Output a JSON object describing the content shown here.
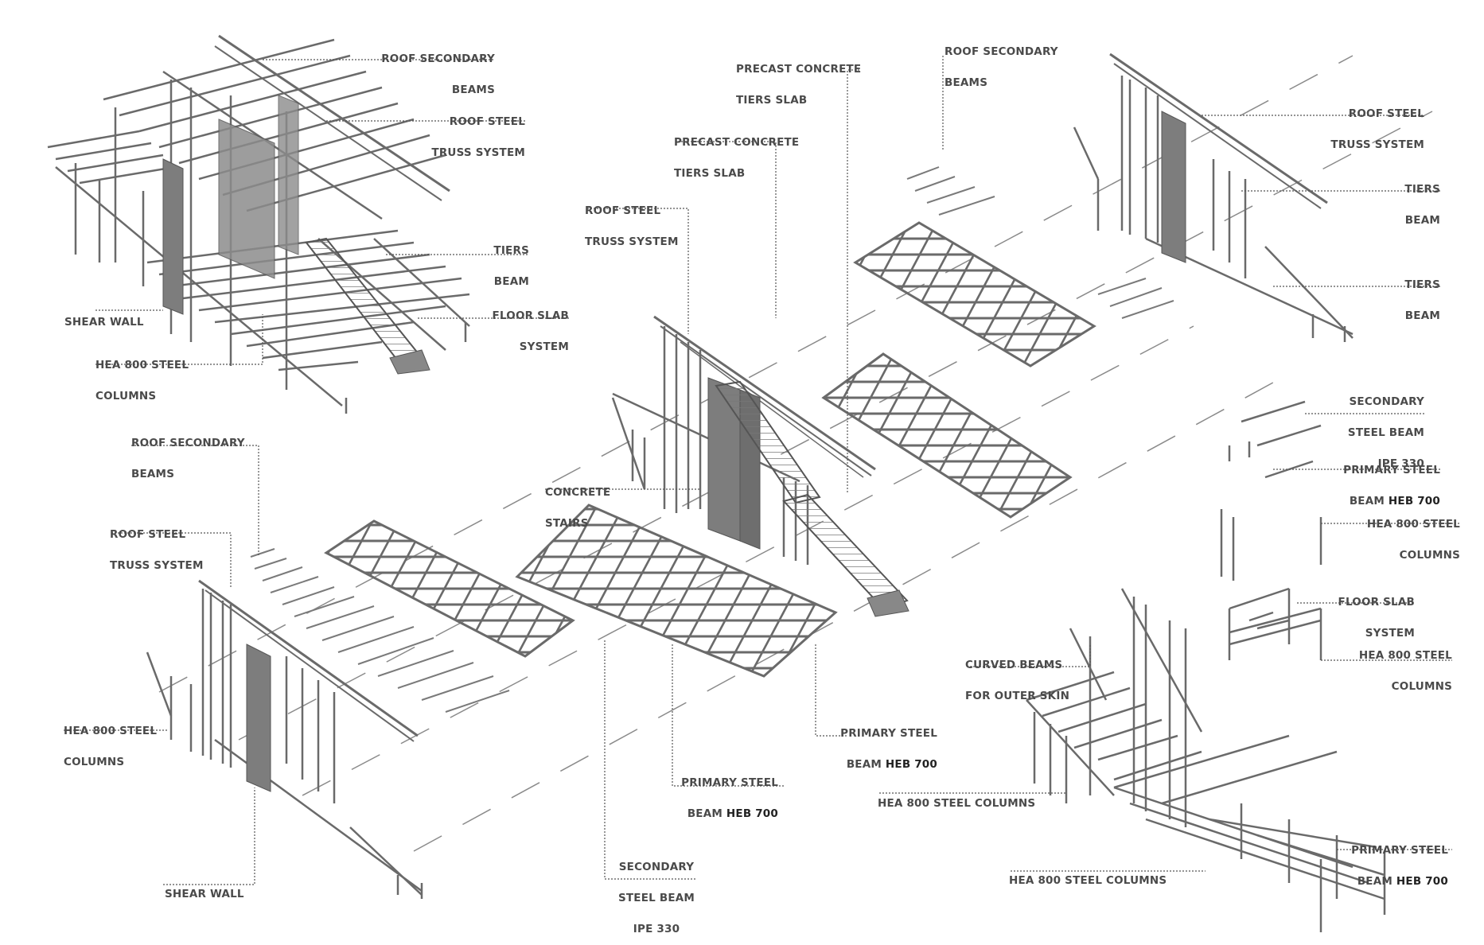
{
  "labels": {
    "tl_roof_secondary": [
      "ROOF SECONDARY",
      "BEAMS"
    ],
    "tl_roof_truss": [
      "ROOF STEEL",
      "TRUSS SYSTEM"
    ],
    "tl_tiers_beam": [
      "TIERS",
      "BEAM"
    ],
    "tl_floor_slab": [
      "FLOOR SLAB",
      "SYSTEM"
    ],
    "tl_shear_wall": [
      "SHEAR WALL"
    ],
    "tl_hea_columns": [
      "HEA 800 STEEL",
      "COLUMNS"
    ],
    "mid_precast_top": [
      "PRECAST CONCRETE",
      "TIERS SLAB"
    ],
    "mid_precast": [
      "PRECAST CONCRETE",
      "TIERS SLAB"
    ],
    "mid_roof_truss": [
      "ROOF STEEL",
      "TRUSS SYSTEM"
    ],
    "mid_concrete_stairs": [
      "CONCRETE",
      "STAIRS"
    ],
    "tr_roof_secondary": [
      "ROOF SECONDARY",
      "BEAMS"
    ],
    "tr_roof_truss": [
      "ROOF STEEL",
      "TRUSS SYSTEM"
    ],
    "tr_tiers_beam_1": [
      "TIERS",
      "BEAM"
    ],
    "tr_tiers_beam_2": [
      "TIERS",
      "BEAM"
    ],
    "r_secondary_beam": [
      "SECONDARY",
      "STEEL BEAM",
      "IPE 330"
    ],
    "r_primary_beam": {
      "line1": "PRIMARY STEEL",
      "line2a": "BEAM ",
      "line2b": "HEB 700"
    },
    "r_hea_columns_1": [
      "HEA 800 STEEL",
      "COLUMNS"
    ],
    "r_floor_slab": [
      "FLOOR SLAB",
      "SYSTEM"
    ],
    "r_hea_columns_2": [
      "HEA 800 STEEL",
      "COLUMNS"
    ],
    "bl_roof_secondary": [
      "ROOF SECONDARY",
      "BEAMS"
    ],
    "bl_roof_truss": [
      "ROOF STEEL",
      "TRUSS SYSTEM"
    ],
    "bl_hea_columns": [
      "HEA 800 STEEL",
      "COLUMNS"
    ],
    "bl_shear_wall": [
      "SHEAR WALL"
    ],
    "bm_primary_1": {
      "line1": "PRIMARY STEEL",
      "line2a": "BEAM ",
      "line2b": "HEB 700"
    },
    "bm_primary_2": {
      "line1": "PRIMARY STEEL",
      "line2a": "BEAM ",
      "line2b": "HEB 700"
    },
    "bm_secondary": [
      "SECONDARY",
      "STEEL BEAM",
      "IPE 330"
    ],
    "br_curved_beams": [
      "CURVED BEAMS",
      "FOR OUTER SKIN"
    ],
    "br_hea_columns_1": [
      "HEA 800 STEEL COLUMNS"
    ],
    "br_hea_columns_2": [
      "HEA 800 STEEL COLUMNS"
    ],
    "br_primary_beam": {
      "line1": "PRIMARY STEEL",
      "line2a": "BEAM ",
      "line2b": "HEB 700"
    }
  },
  "colors": {
    "line": "#6a6a6a",
    "light": "#9a9a9a",
    "wall": "#7d7d7d",
    "label": "#4a4a4a"
  }
}
